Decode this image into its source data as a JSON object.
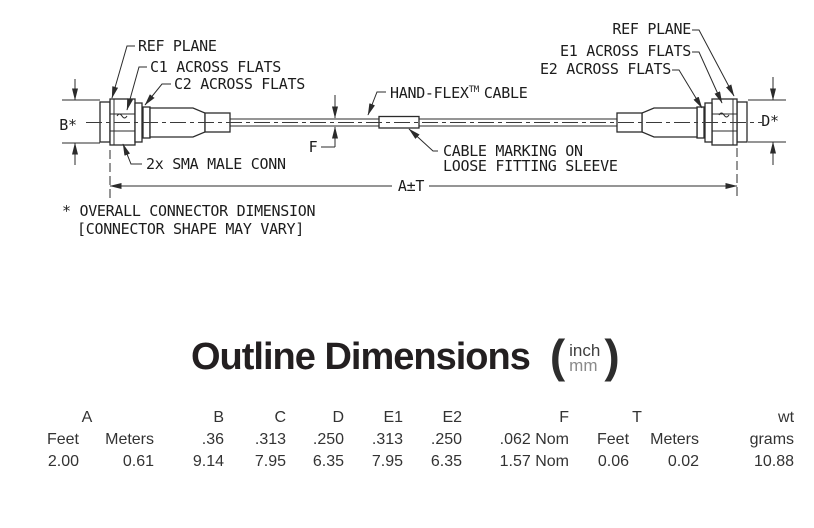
{
  "drawing": {
    "labels": {
      "ref_plane_left": "REF PLANE",
      "c1_across_flats": "C1 ACROSS FLATS",
      "c2_across_flats": "C2 ACROSS FLATS",
      "sma_conn": "2x SMA MALE CONN",
      "hand_flex": "HAND-FLEX",
      "hand_flex_tm": "TM",
      "hand_flex_cable": "CABLE",
      "cable_marking_line1": "CABLE MARKING ON",
      "cable_marking_line2": "LOOSE FITTING SLEEVE",
      "ref_plane_right": "REF PLANE",
      "e1_across_flats": "E1 ACROSS FLATS",
      "e2_across_flats": "E2 ACROSS FLATS",
      "dim_b": "B*",
      "dim_d": "D*",
      "dim_f": "F",
      "dim_a_tol": "A±T",
      "note_line1": "* OVERALL CONNECTOR DIMENSION",
      "note_line2": "[CONNECTOR SHAPE MAY VARY]"
    }
  },
  "title": {
    "text": "Outline Dimensions",
    "paren_open": "(",
    "unit_top": "inch",
    "unit_bottom": "mm",
    "paren_close": ")"
  },
  "table": {
    "headers": [
      "A",
      "B",
      "C",
      "D",
      "E1",
      "E2",
      "F",
      "T",
      "wt"
    ],
    "row_inch": [
      "Feet",
      "Meters",
      ".36",
      ".313",
      ".250",
      ".313",
      ".250",
      ".062 Nom",
      "Feet",
      "Meters",
      "grams"
    ],
    "row_mm": [
      "2.00",
      "0.61",
      "9.14",
      "7.95",
      "6.35",
      "7.95",
      "6.35",
      "1.57 Nom",
      "0.06",
      "0.02",
      "10.88"
    ]
  },
  "colors": {
    "line": "#2b2b2b",
    "cad_text": "#1c1c1c",
    "title_text": "#231f20",
    "unit_inch": "#3f3f3f",
    "unit_mm": "#8a8a8a",
    "table_text": "#333333",
    "background": "#ffffff"
  }
}
